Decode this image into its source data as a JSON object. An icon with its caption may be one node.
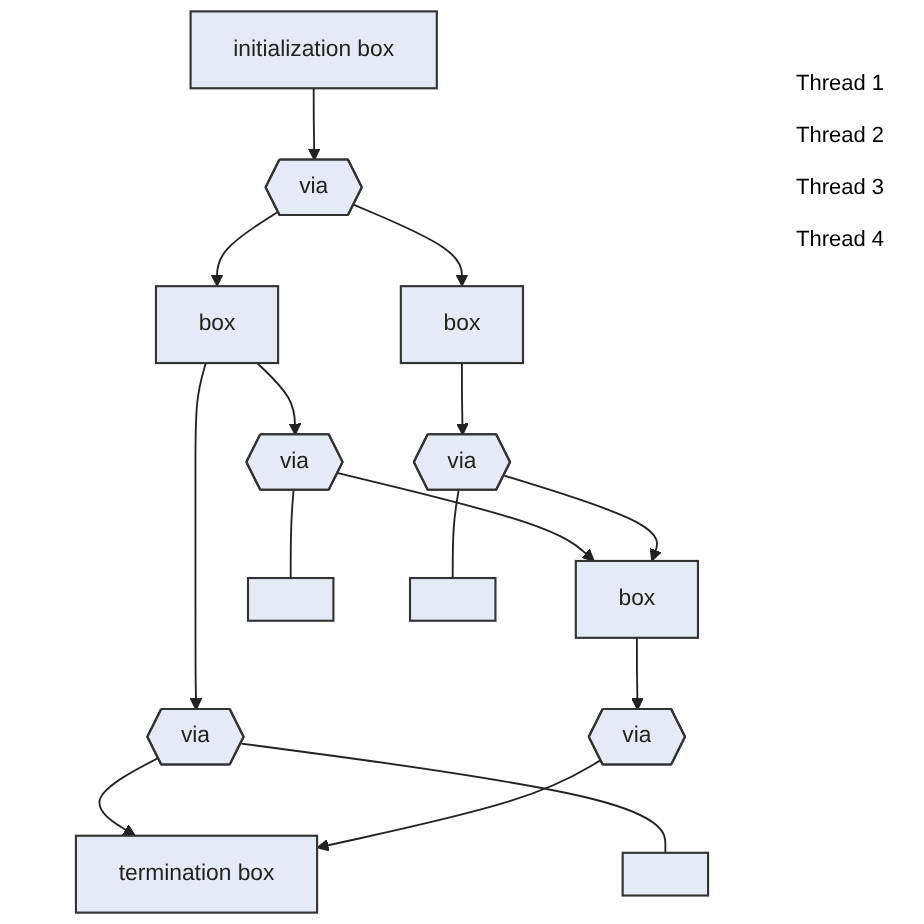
{
  "diagram": {
    "nodes": [
      {
        "text": [
          "initialization box"
        ]
      },
      {
        "text": [
          "via"
        ]
      },
      {
        "text": [
          "box"
        ]
      },
      {
        "text": [
          "box"
        ]
      },
      {
        "text": [
          "via"
        ]
      },
      {
        "text": [
          "via"
        ]
      },
      {
        "text": [
          "via"
        ]
      },
      {
        "text": [
          "box"
        ]
      },
      {
        "text": [
          "via"
        ]
      },
      {
        "text": [
          "termination box"
        ]
      },
      {
        "text": [],
        "shape": "box"
      },
      {
        "text": [],
        "shape": "box"
      },
      {
        "text": [],
        "shape": "box"
      }
    ],
    "edges": [
      {
        "from": 0,
        "to": 1,
        "arrow": "to"
      },
      {
        "from": 1,
        "to": 2,
        "arrow": "to"
      },
      {
        "from": 1,
        "to": 3,
        "arrow": "to"
      },
      {
        "from": 2,
        "to": 4,
        "arrow": "to"
      },
      {
        "from": 3,
        "to": 5,
        "arrow": "to"
      },
      {
        "from": 2,
        "to": 6,
        "arrow": "to"
      },
      {
        "from": 4,
        "to": 7,
        "arrow": "to"
      },
      {
        "from": 5,
        "to": 7,
        "arrow": "to"
      },
      {
        "from": 7,
        "to": 8,
        "arrow": "to"
      },
      {
        "from": 6,
        "to": 9,
        "arrow": "to"
      },
      {
        "from": 8,
        "to": 9,
        "arrow": "to"
      },
      {
        "from": 5,
        "to": 12,
        "arrow": "none"
      },
      {
        "from": 4,
        "to": 11,
        "arrow": "none"
      },
      {
        "from": 6,
        "to": 10,
        "arrow": "none"
      }
    ],
    "labels": [
      "Thread 1",
      "Thread 2",
      "Thread 3",
      "Thread 4"
    ]
  }
}
